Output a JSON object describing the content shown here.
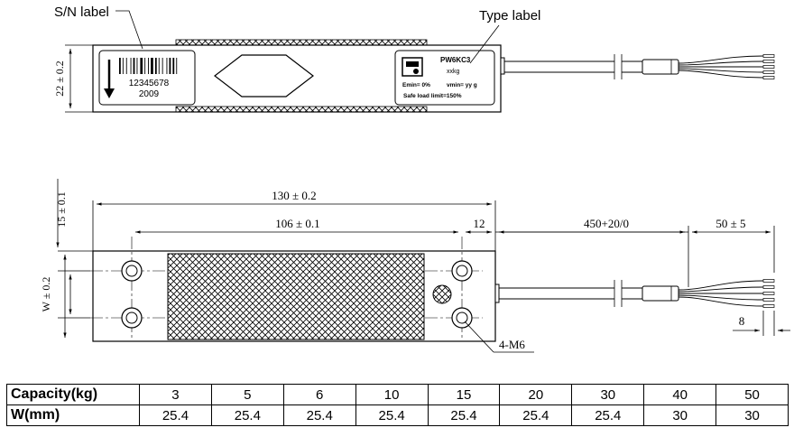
{
  "top_view": {
    "sn_label": "S/N label",
    "type_label": "Type label",
    "height_dim": "22 ± 0.2",
    "sn_number": "12345678",
    "sn_year": "2009",
    "model": "PW6KC3",
    "capacity_code": "xxkg",
    "emin": "Emin= 0%",
    "vmin": "vmin= yy g",
    "safe_load": "Safe load limit=150%"
  },
  "side_view": {
    "length_total": "130 ± 0.2",
    "hole_spacing": "106 ± 0.1",
    "end_offset": "12",
    "cable_length": "450+20/0",
    "strip_length": "50 ± 5",
    "tin_length": "8",
    "thickness_dim": "15 ± 0.1",
    "width_dim": "W ± 0.2",
    "thread": "4-M6"
  },
  "spec_table": {
    "capacity_header": "Capacity(kg)",
    "width_header": "W(mm)",
    "capacities": [
      "3",
      "5",
      "6",
      "10",
      "15",
      "20",
      "30",
      "40",
      "50"
    ],
    "widths": [
      "25.4",
      "25.4",
      "25.4",
      "25.4",
      "25.4",
      "25.4",
      "25.4",
      "30",
      "30"
    ]
  }
}
